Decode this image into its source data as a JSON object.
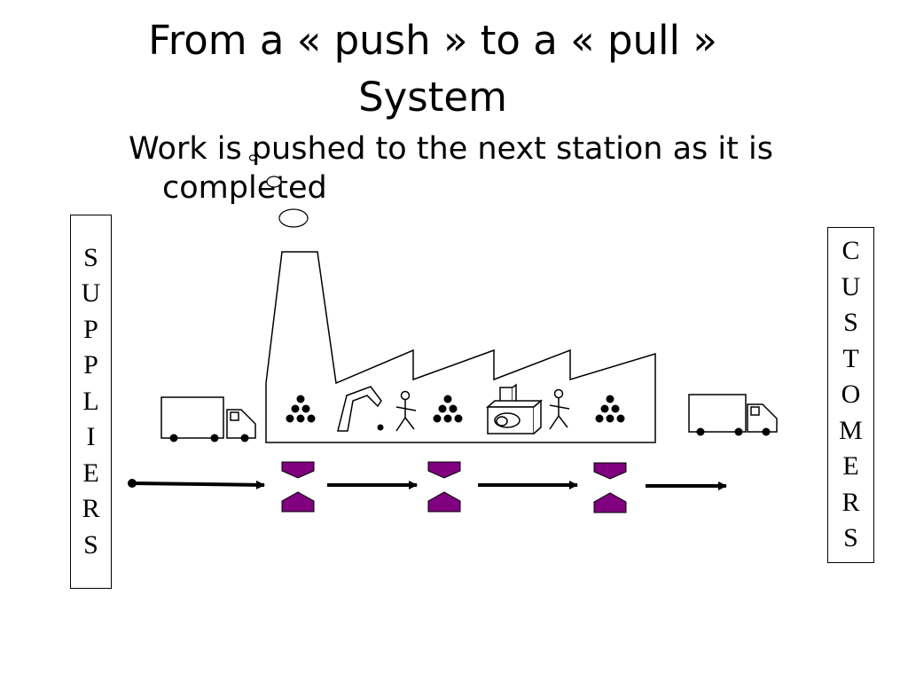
{
  "slide": {
    "title": "From a « push » to a « pull » System",
    "bullet": "Work is pushed to the next station as it is completed"
  },
  "suppliers": {
    "label": "SUPPLIERS"
  },
  "customers": {
    "label": "CUSTOMERS"
  },
  "colors": {
    "kanban": "#800080",
    "stroke": "#000000",
    "background": "#ffffff"
  },
  "icons": [
    "factory-icon",
    "truck-icon",
    "robot-arm-icon",
    "worker-icon",
    "machine-icon",
    "inventory-pile-icon",
    "arrow-icon",
    "kanban-icon"
  ]
}
